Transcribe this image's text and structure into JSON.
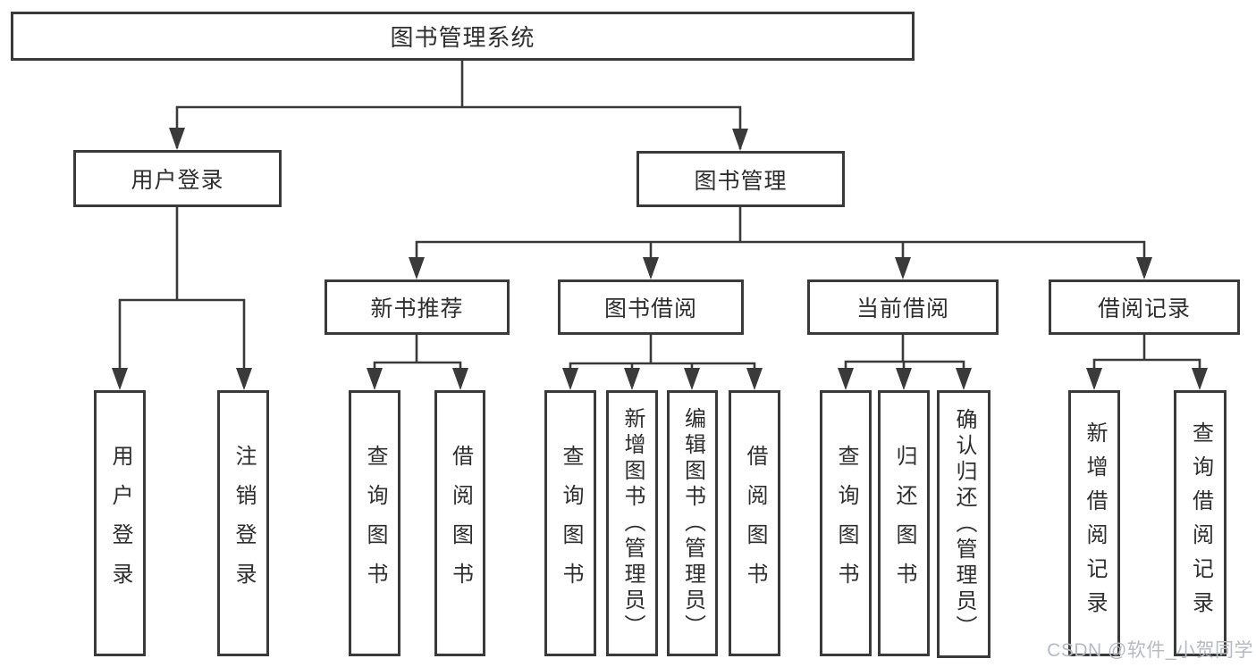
{
  "tree": {
    "root": "图书管理系统",
    "branches": [
      {
        "label": "用户登录",
        "children": [
          "用户登录",
          "注销登录"
        ]
      },
      {
        "label": "图书管理",
        "groups": [
          {
            "label": "新书推荐",
            "children": [
              "查询图书",
              "借阅图书"
            ]
          },
          {
            "label": "图书借阅",
            "children": [
              "查询图书",
              "新增图书（管理员）",
              "编辑图书（管理员）",
              "借阅图书"
            ]
          },
          {
            "label": "当前借阅",
            "children": [
              "查询图书",
              "归还图书",
              "确认归还（管理员）"
            ]
          },
          {
            "label": "借阅记录",
            "children": [
              "新增借阅记录",
              "查询借阅记录"
            ]
          }
        ]
      }
    ]
  },
  "watermark": "CSDN @软件_小贺同学",
  "colors": {
    "line": "#3a3a3a",
    "text": "#2e2e2e",
    "watermark_text": "#b6bac1",
    "background": "#ffffff"
  }
}
